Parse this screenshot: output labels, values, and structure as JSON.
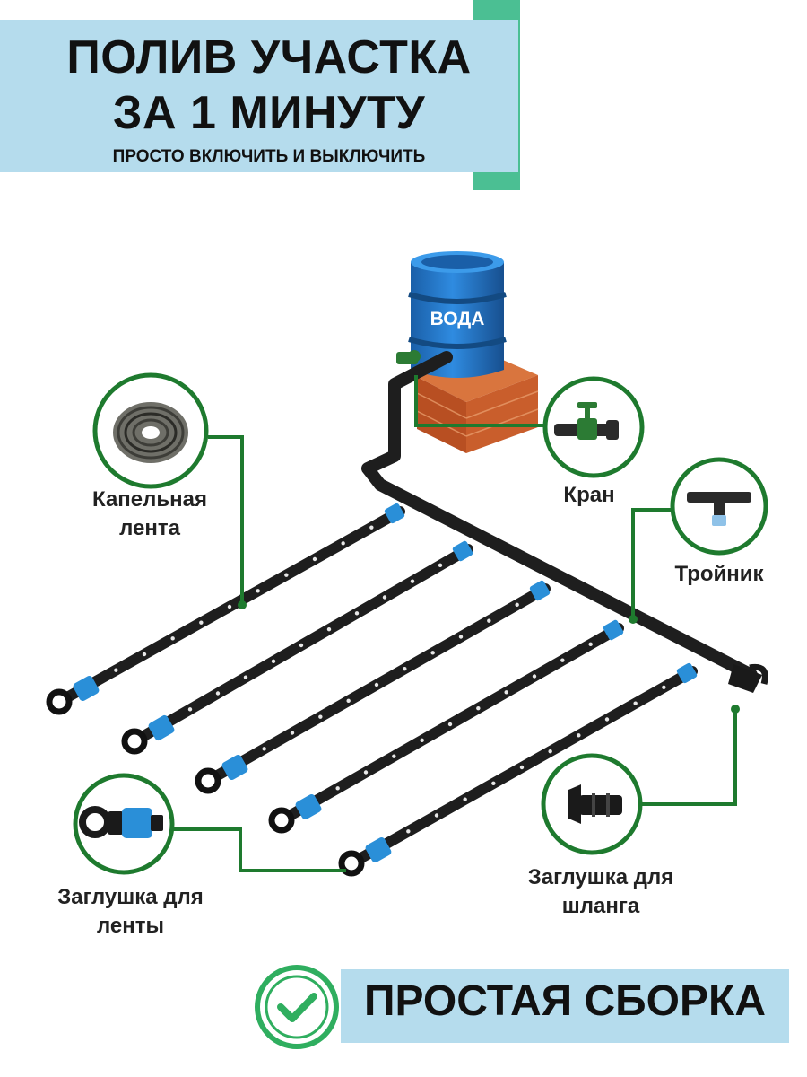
{
  "header": {
    "title_line_1": "ПОЛИВ УЧАСТКА",
    "title_line_2": "ЗА 1 МИНУТУ",
    "subtitle": "ПРОСТО ВКЛЮЧИТЬ И ВЫКЛЮЧИТЬ"
  },
  "tank": {
    "label": "ВОДА"
  },
  "callouts": {
    "drip_tape": {
      "line_1": "Капельная",
      "line_2": "лента",
      "icon": "drip-tape-roll-icon"
    },
    "valve": {
      "line_1": "Кран",
      "icon": "valve-icon"
    },
    "tee": {
      "line_1": "Тройник",
      "icon": "tee-connector-icon"
    },
    "cap_tape": {
      "line_1": "Заглушка для",
      "line_2": "ленты",
      "icon": "tape-end-cap-icon"
    },
    "cap_hose": {
      "line_1": "Заглушка для",
      "line_2": "шланга",
      "icon": "hose-end-cap-icon"
    }
  },
  "footer": {
    "text": "ПРОСТАЯ СБОРКА",
    "icon": "check-icon"
  },
  "colors": {
    "header_bg": "#b5dced",
    "header_accent": "#4bbf93",
    "callout_green": "#1e7a2e",
    "tank_blue": "#1f78c8",
    "brick": "#c0572a",
    "pipe": "#1e1e1e",
    "fitting_blue": "#2a8fd8",
    "check_green": "#2fae5f"
  }
}
